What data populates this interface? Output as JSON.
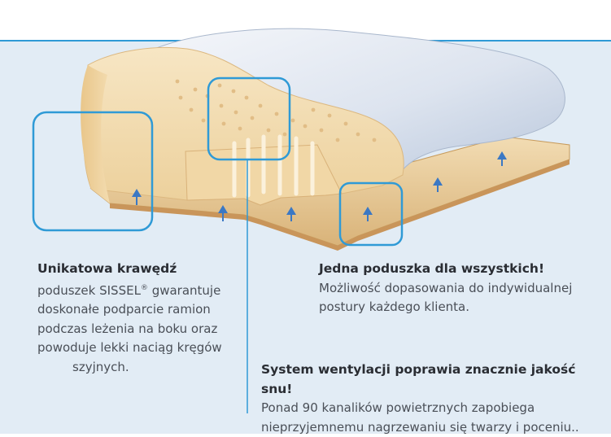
{
  "blocks": {
    "edge": {
      "title": "Unikatowa krawędź",
      "line1_pre": "poduszek SISSEL",
      "line1_sup": "®",
      "line1_post": " gwarantuje",
      "line2": "doskonałe podparcie ramion",
      "line3": "podczas leżenia na boku oraz",
      "line4": "powoduje lekki naciąg kręgów",
      "line5": "szyjnych."
    },
    "one_pillow": {
      "title": "Jedna poduszka dla wszystkich!",
      "line1": "Możliwość dopasowania do indywidualnej",
      "line2": "postury każdego klienta."
    },
    "ventilation": {
      "title": "System wentylacji poprawia znacznie jakość snu!",
      "line1": "Ponad 90 kanalików powietrznych zapobiega",
      "line2": "nieprzyjemnemu nagrzewaniu się twarzy i poceniu.."
    }
  },
  "colors": {
    "accent_blue": "#2f9ad6",
    "panel_bg": "#e2ecf5",
    "foam": "#f0d9ae",
    "cover": "#dfe6f2"
  }
}
